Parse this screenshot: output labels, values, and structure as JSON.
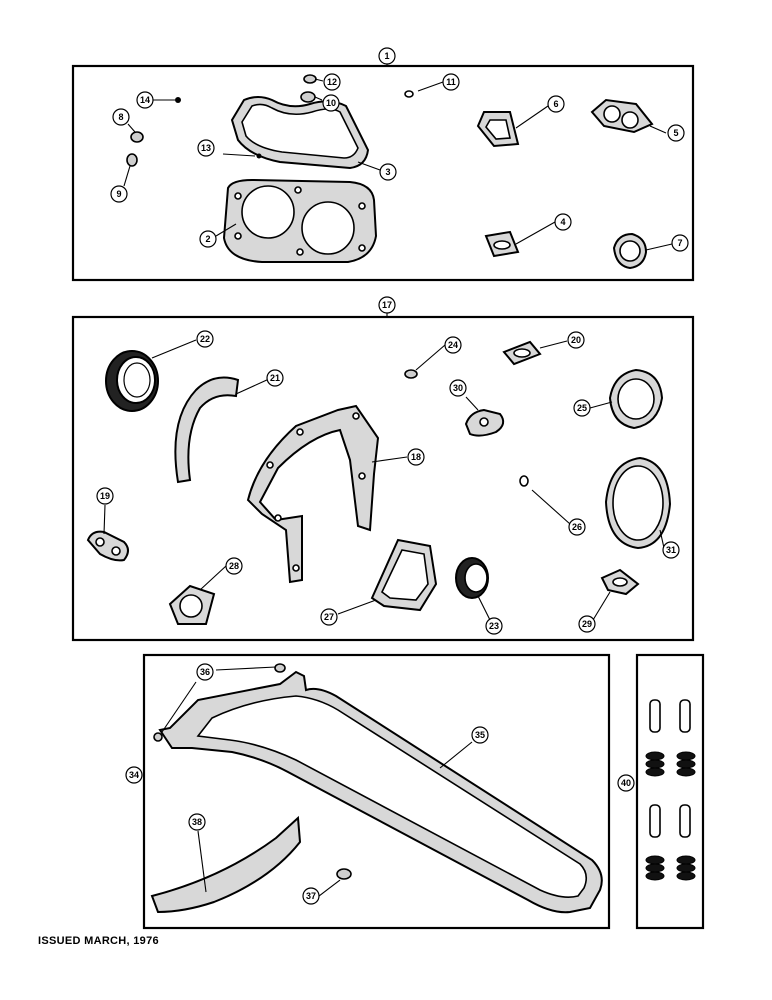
{
  "footer_text": "ISSUED MARCH, 1976",
  "callouts": {
    "c1": "1",
    "c2": "2",
    "c3": "3",
    "c4": "4",
    "c5": "5",
    "c6": "6",
    "c7": "7",
    "c8": "8",
    "c9": "9",
    "c10": "10",
    "c11": "11",
    "c12": "12",
    "c13": "13",
    "c14": "14",
    "c17": "17",
    "c18": "18",
    "c19": "19",
    "c20": "20",
    "c21": "21",
    "c22": "22",
    "c23": "23",
    "c24": "24",
    "c25": "25",
    "c26": "26",
    "c27": "27",
    "c28": "28",
    "c29": "29",
    "c30": "30",
    "c31": "31",
    "c34": "34",
    "c35": "35",
    "c36": "36",
    "c37": "37",
    "c38": "38",
    "c40": "40"
  }
}
